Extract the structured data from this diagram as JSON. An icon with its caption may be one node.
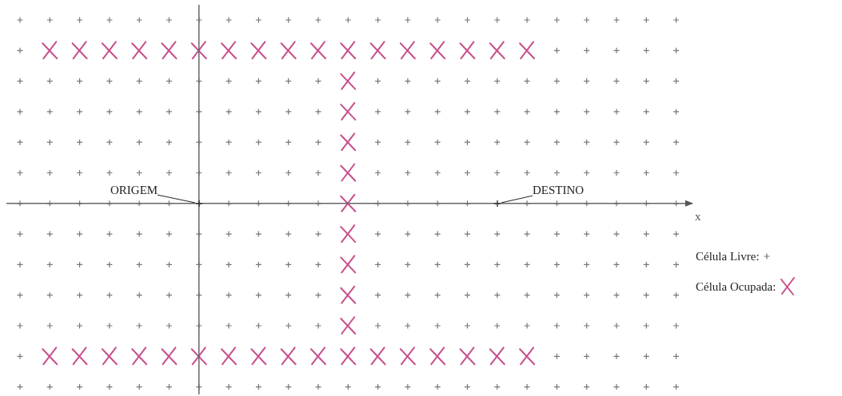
{
  "diagram": {
    "nodes": [
      {
        "text": [
          "ORIGEM"
        ]
      },
      {
        "text": [],
        "shape": "point"
      },
      {
        "text": [
          "DESTINO"
        ]
      },
      {
        "text": [],
        "shape": "point"
      }
    ],
    "edges": [
      {
        "from": 0,
        "to": 1,
        "arrow": "none"
      },
      {
        "from": 2,
        "to": 3,
        "arrow": "none"
      }
    ],
    "labels": [
      "x"
    ],
    "legend": [
      {
        "text": "Célula Livre:"
      },
      {
        "text": "Célula Ocupada:"
      }
    ]
  }
}
